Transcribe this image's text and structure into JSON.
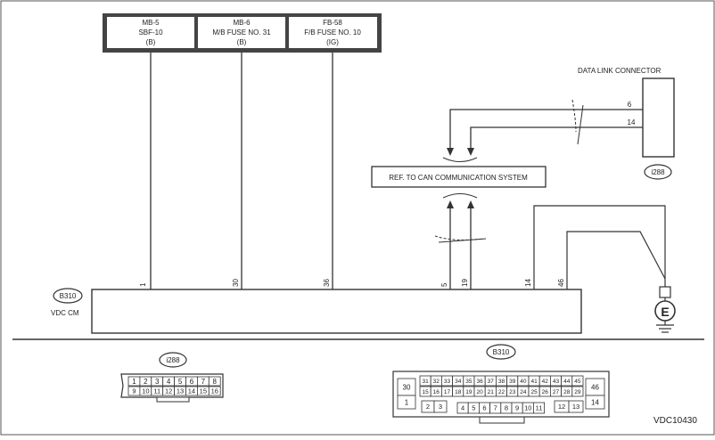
{
  "fuse_boxes": [
    {
      "l1": "MB-5",
      "l2": "SBF-10",
      "l3": "(B)"
    },
    {
      "l1": "MB-6",
      "l2": "M/B FUSE NO. 31",
      "l3": "(B)"
    },
    {
      "l1": "FB-58",
      "l2": "F/B FUSE NO. 10",
      "l3": "(IG)"
    }
  ],
  "dlc": {
    "title": "DATA LINK CONNECTOR",
    "pin_a": "6",
    "pin_b": "14",
    "badge": "i288"
  },
  "ref_box": "REF. TO CAN COMMUNICATION SYSTEM",
  "module": {
    "badge": "B310",
    "name": "VDC CM"
  },
  "module_pins": [
    "1",
    "30",
    "36",
    "5",
    "19",
    "14",
    "46"
  ],
  "ground_symbol": "E",
  "i288_connector": {
    "badge": "i288",
    "row1": [
      "1",
      "2",
      "3",
      "4",
      "5",
      "6",
      "7",
      "8"
    ],
    "row2": [
      "9",
      "10",
      "11",
      "12",
      "13",
      "14",
      "15",
      "16"
    ]
  },
  "b310_connector": {
    "badge": "B310",
    "left_big": [
      "30",
      "1"
    ],
    "right_big": [
      "46",
      "14"
    ],
    "row1": [
      "31",
      "32",
      "33",
      "34",
      "35",
      "36",
      "37",
      "38",
      "39",
      "40",
      "41",
      "42",
      "43",
      "44",
      "45"
    ],
    "row2": [
      "15",
      "16",
      "17",
      "18",
      "19",
      "20",
      "21",
      "22",
      "23",
      "24",
      "25",
      "26",
      "27",
      "28",
      "29"
    ],
    "row3a": [
      "2",
      "3"
    ],
    "row3b": [
      "4",
      "5",
      "6",
      "7",
      "8",
      "9",
      "10",
      "11"
    ],
    "row3c": [
      "12",
      "13"
    ]
  },
  "figure_id": "VDC10430"
}
